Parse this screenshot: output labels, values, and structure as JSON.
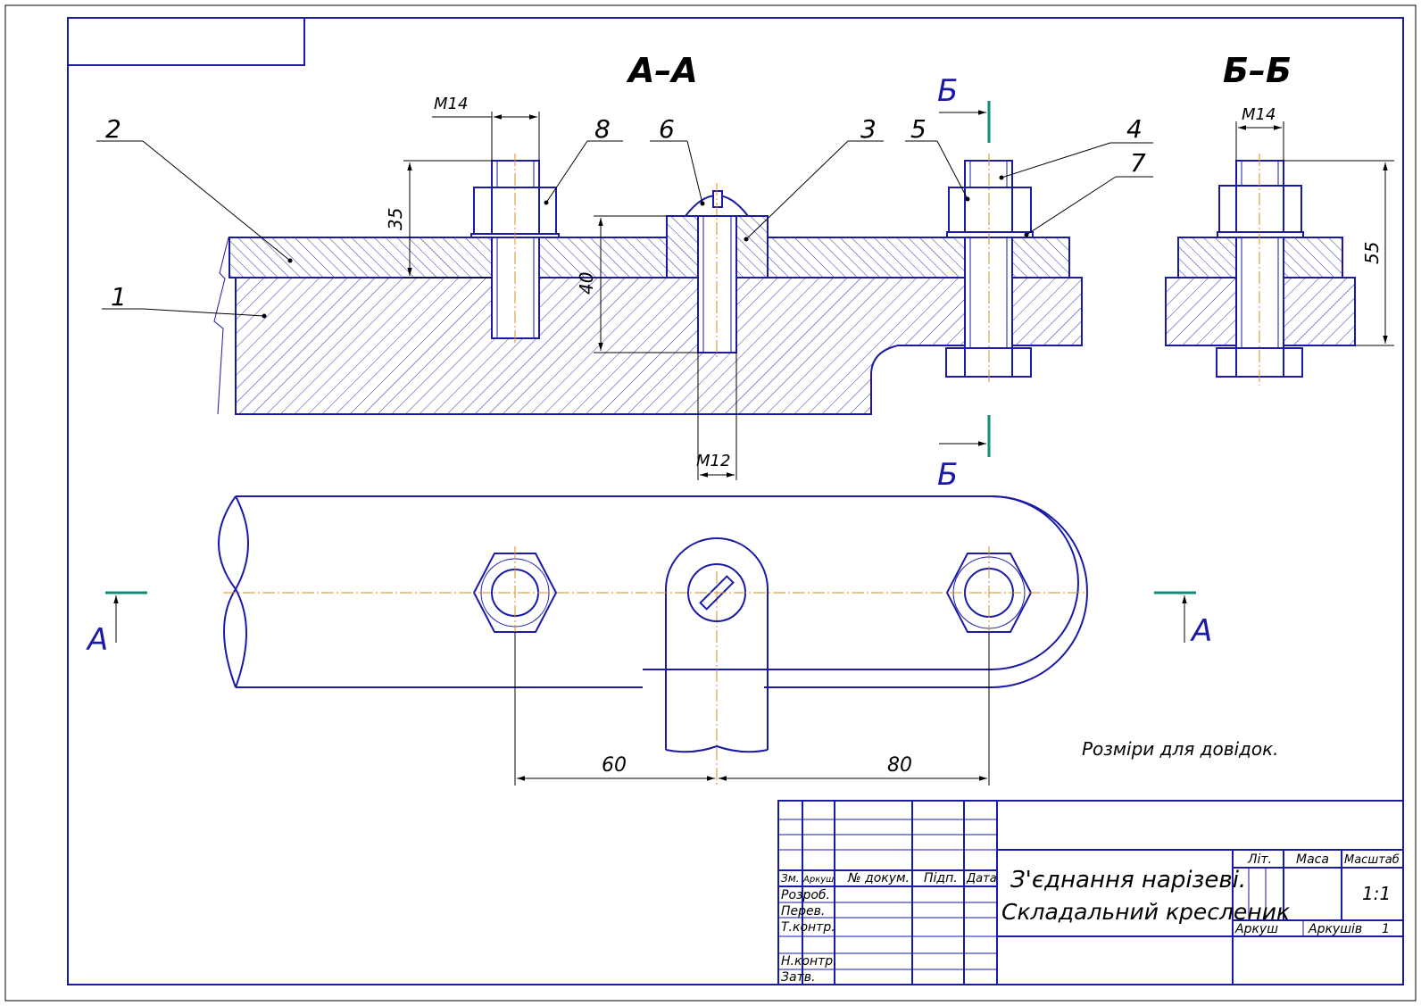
{
  "drawing": {
    "section_aa": "А–А",
    "section_bb": "Б–Б",
    "cut_letter_a": "А",
    "cut_letter_b": "Б",
    "part_numbers": [
      "1",
      "2",
      "3",
      "4",
      "5",
      "6",
      "7",
      "8"
    ],
    "dims": {
      "m14_left": "M14",
      "m14_right": "M14",
      "m12": "M12",
      "d35": "35",
      "d40": "40",
      "d55": "55",
      "d60": "60",
      "d80": "80"
    },
    "note": "Розміри для довідок.",
    "colors": {
      "outline": "#1a1aa6",
      "center": "#d98c1e",
      "cut": "#0f8c7a"
    }
  },
  "title_block": {
    "title_line1": "З'єднання нарізеві.",
    "title_line2": "Складальний кресленик",
    "col_headers": [
      "Зм.",
      "Аркуш",
      "№ докум.",
      "Підп.",
      "Дата"
    ],
    "row_labels": [
      "Розроб.",
      "Перев.",
      "Т.контр.",
      "Н.контр.",
      "Затв."
    ],
    "lit": "Літ.",
    "mass": "Маса",
    "scale_label": "Масштаб",
    "scale_value": "1:1",
    "sheet_label": "Аркуш",
    "sheets_label": "Аркушів",
    "sheets_value": "1"
  }
}
